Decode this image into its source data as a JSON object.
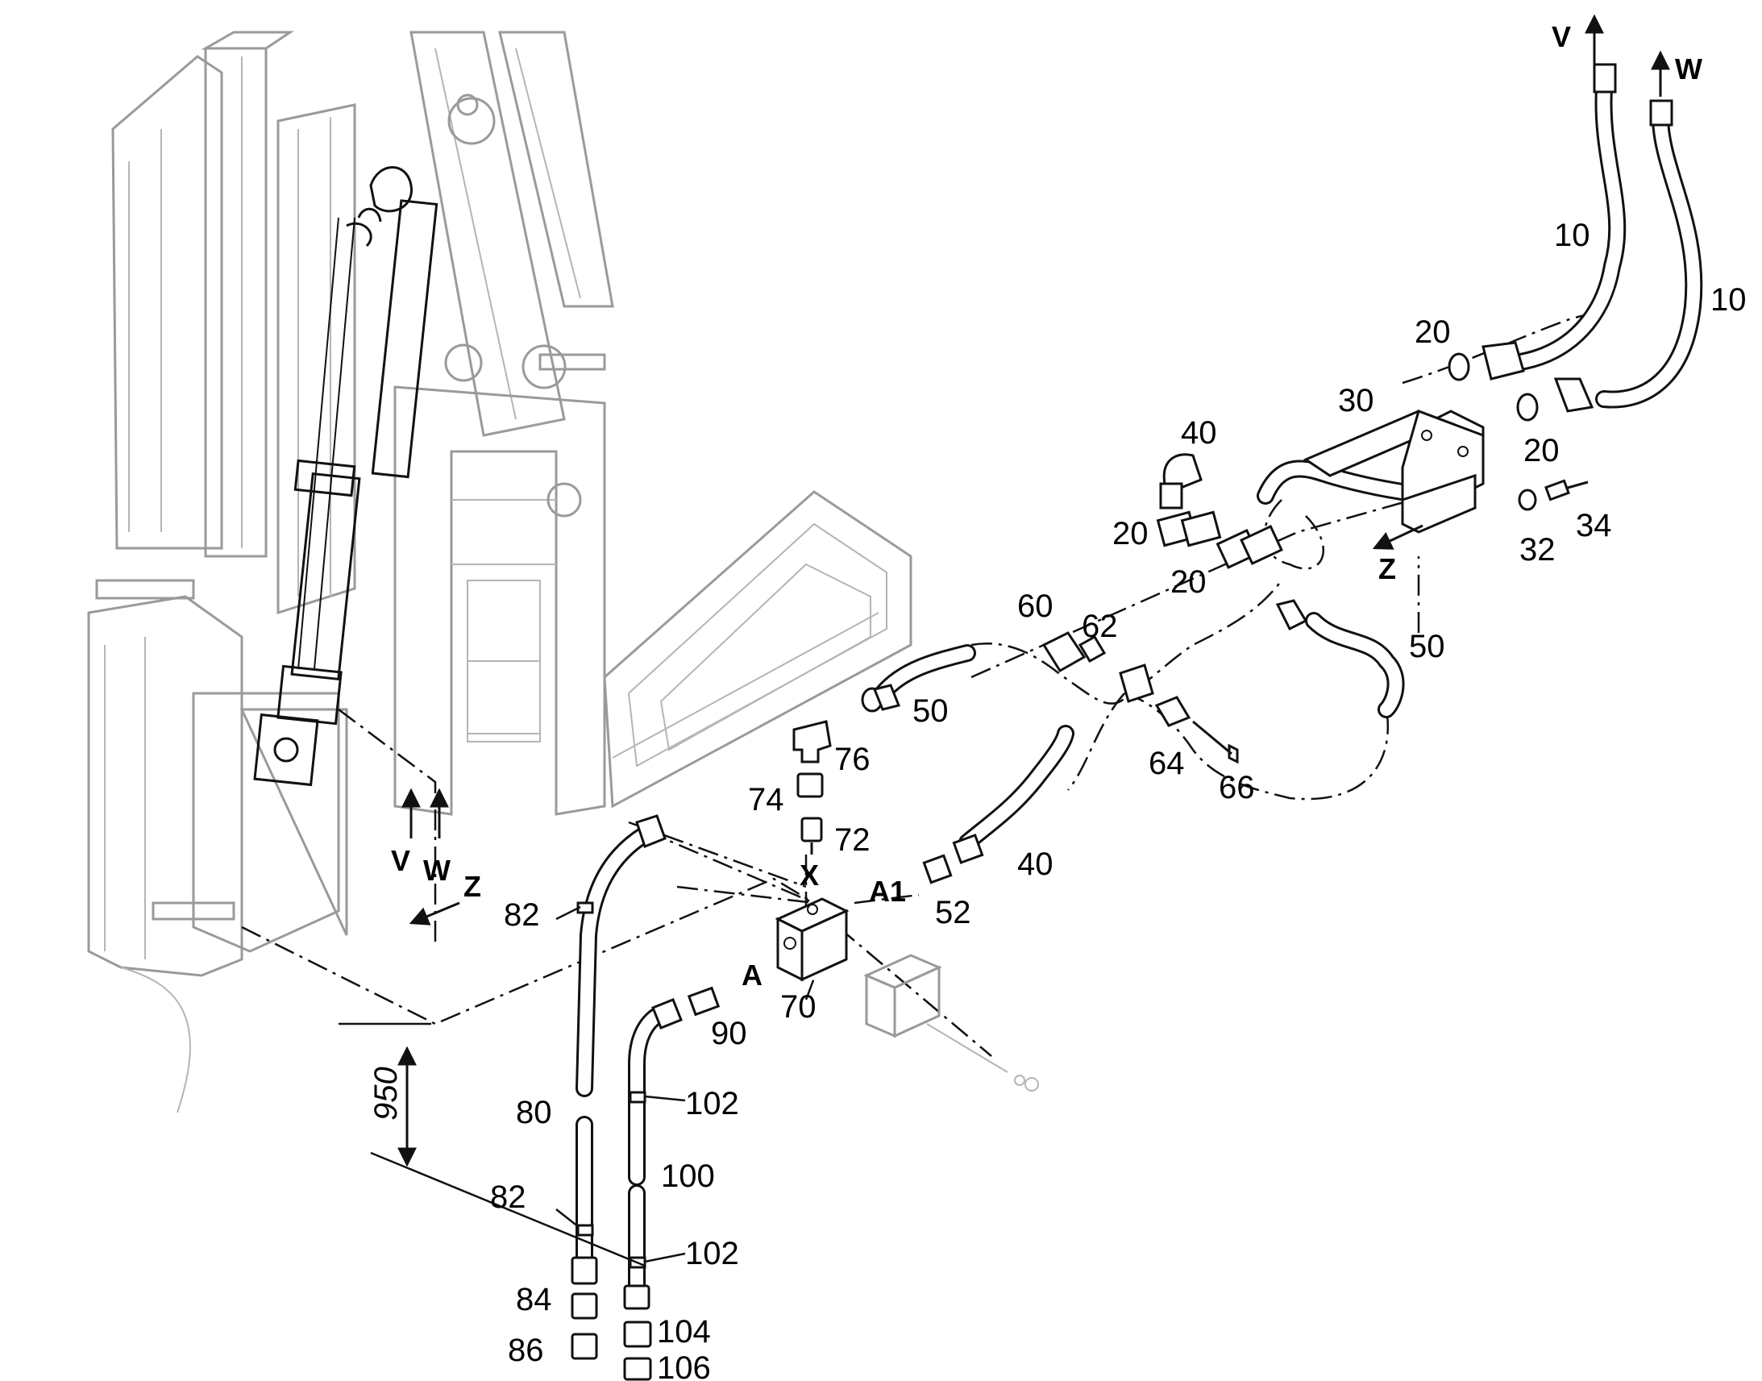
{
  "labels": {
    "p10a": "10",
    "p10b": "10",
    "p20a": "20",
    "p20b": "20",
    "p20c": "20",
    "p20d": "20",
    "p30": "30",
    "p32": "32",
    "p34": "34",
    "p40a": "40",
    "p40b": "40",
    "p50a": "50",
    "p50b": "50",
    "p52": "52",
    "p60": "60",
    "p62": "62",
    "p64": "64",
    "p66": "66",
    "p70": "70",
    "p72": "72",
    "p74": "74",
    "p76": "76",
    "p80": "80",
    "p82a": "82",
    "p82b": "82",
    "p84": "84",
    "p86": "86",
    "p90": "90",
    "p100": "100",
    "p102a": "102",
    "p102b": "102",
    "p104": "104",
    "p106": "106"
  },
  "ports": {
    "a": "A",
    "a1": "A1",
    "x": "X"
  },
  "arrows": {
    "v_top": "V",
    "w_top": "W",
    "z_right": "Z",
    "v_left": "V",
    "w_left": "W",
    "z_left": "Z"
  },
  "dimension": {
    "value": "950"
  }
}
